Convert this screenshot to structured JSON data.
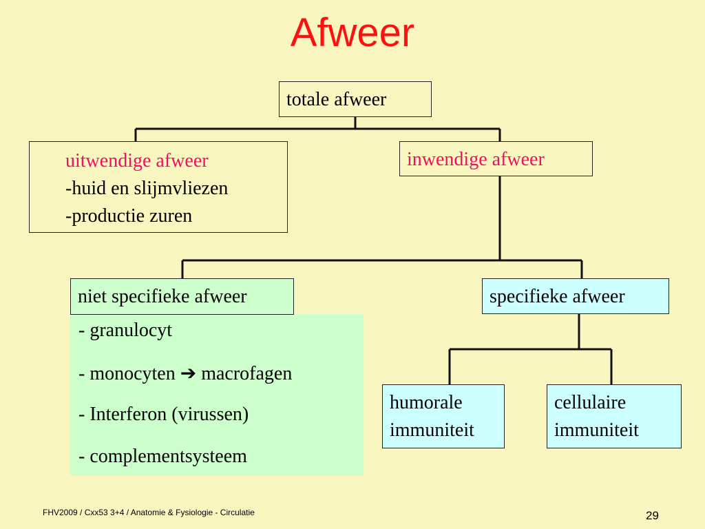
{
  "title": "Afweer",
  "nodes": {
    "totale": "totale afweer",
    "uitwendige": {
      "heading": "uitwendige afweer",
      "items": [
        "-huid en slijmvliezen",
        "-productie zuren"
      ]
    },
    "inwendige": "inwendige afweer",
    "niet_specifieke": {
      "heading": "niet specifieke afweer",
      "items": [
        "- granulocyt",
        "- monocyten",
        "macrofagen",
        "- Interferon (virussen)",
        "- complementsysteem"
      ]
    },
    "specifieke": "specifieke afweer",
    "humorale": [
      "humorale",
      "immuniteit"
    ],
    "cellulaire": [
      "cellulaire",
      "immuniteit"
    ]
  },
  "footer": "FHV2009 / Cxx53 3+4 / Anatomie & Fysiologie - Circulatie",
  "page_number": "29",
  "colors": {
    "background": "#f9f6c0",
    "title": "#ff1010",
    "green_box": "#ccffcc",
    "cyan_box": "#ccffff",
    "accent_text": "#ee1060"
  }
}
